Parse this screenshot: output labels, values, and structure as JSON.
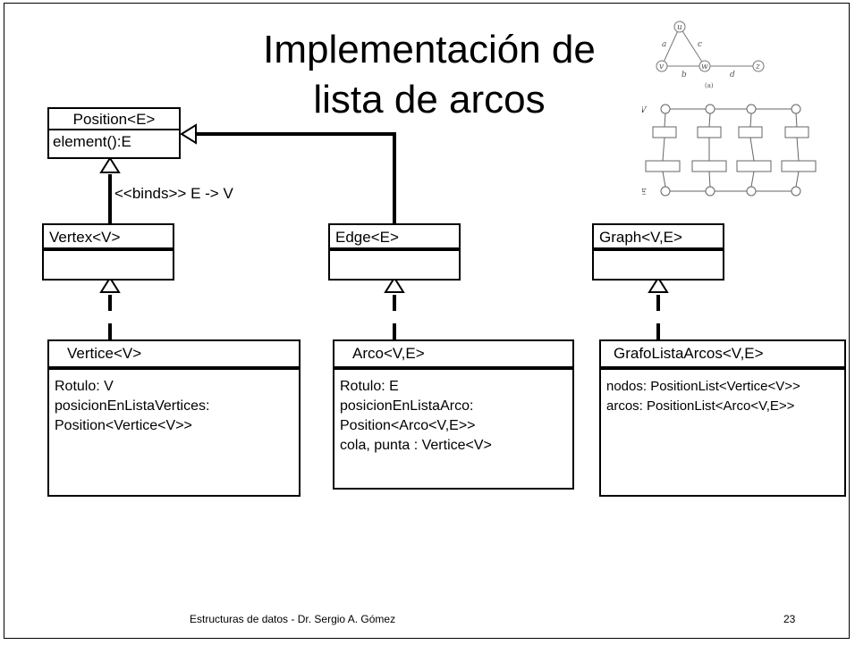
{
  "title": {
    "line1": "Implementación de",
    "line2": "lista de arcos"
  },
  "position_box": {
    "name": "Position<E>",
    "method": "element():E"
  },
  "binds_label": "<<binds>> E -> V",
  "interfaces": {
    "vertex": "Vertex<V>",
    "edge": "Edge<E>",
    "graph": "Graph<V,E>"
  },
  "classes": {
    "vertice": {
      "name": "Vertice<V>",
      "attrs": [
        "Rotulo: V",
        "posicionEnListaVertices:",
        "Position<Vertice<V>>"
      ]
    },
    "arco": {
      "name": "Arco<V,E>",
      "attrs": [
        "Rotulo: E",
        "posicionEnListaArco:",
        "Position<Arco<V,E>>",
        "cola, punta : Vertice<V>"
      ]
    },
    "grafo": {
      "name": "GrafoListaArcos<V,E>",
      "attrs": [
        "nodos: PositionList<Vertice<V>>",
        "arcos: PositionList<Arco<V,E>>"
      ]
    }
  },
  "figure": {
    "vertices": [
      "u",
      "v",
      "w",
      "z"
    ],
    "edges": [
      "a",
      "b",
      "c",
      "d"
    ],
    "caption_a": "(a)",
    "row_v": "V",
    "row_e": "E"
  },
  "footer": {
    "text": "Estructuras de datos - Dr. Sergio A. Gómez",
    "page": "23"
  }
}
